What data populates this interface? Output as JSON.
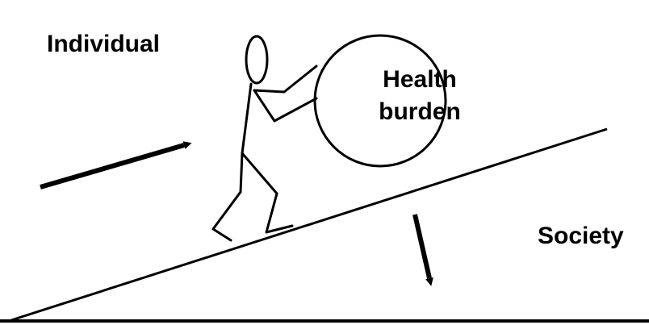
{
  "labels": {
    "individual": "Individual",
    "society": "Society",
    "burden_line1": "Health",
    "burden_line2": "burden"
  },
  "colors": {
    "ink": "#000000",
    "background": "#ffffff"
  }
}
